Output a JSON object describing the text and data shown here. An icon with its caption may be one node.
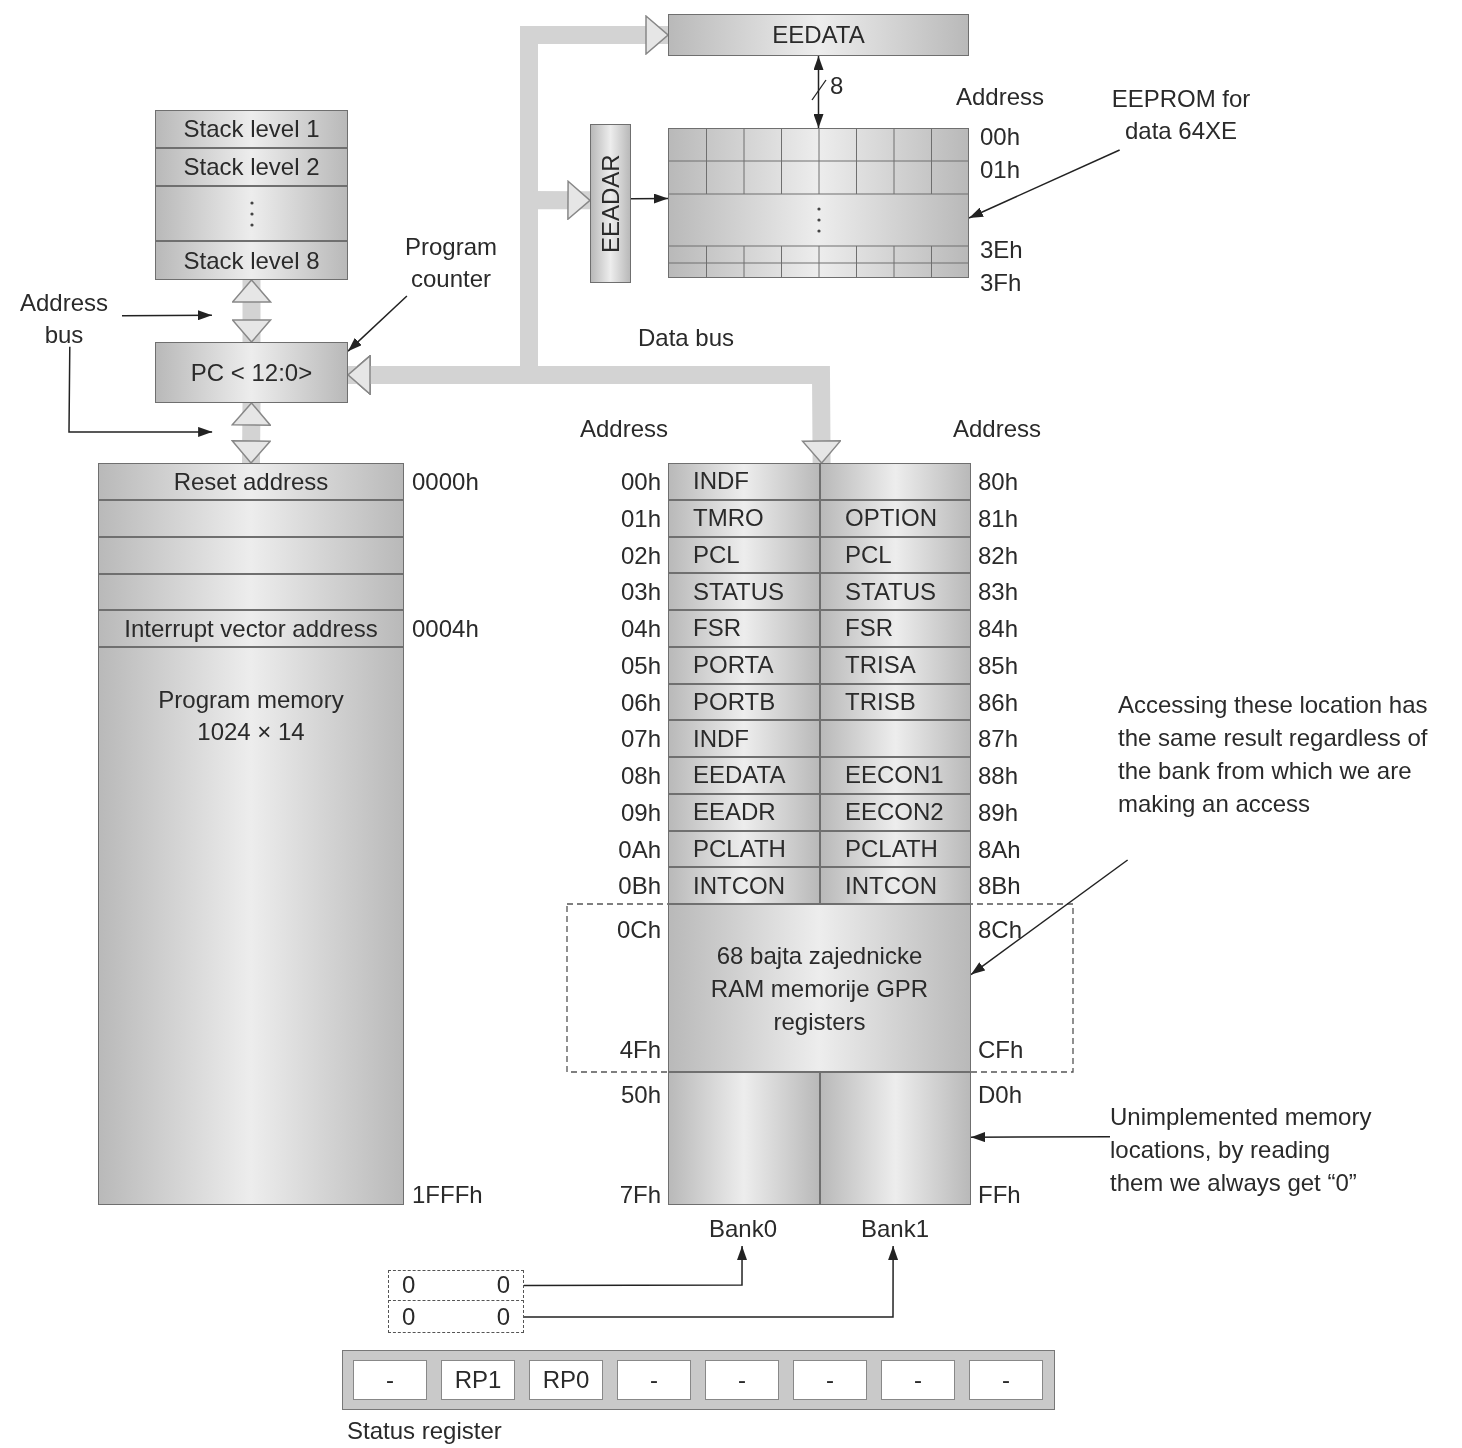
{
  "diagram": {
    "nodes": [
      {
        "text": [
          "EEDATA"
        ]
      },
      {
        "text": [
          "EEADAR"
        ]
      },
      {
        "text": [],
        "shape": "box"
      },
      {
        "text": [
          "EEPROM for data 64XE"
        ]
      },
      {
        "text": [],
        "shape": "box"
      },
      {
        "text": [
          "Stack level 1"
        ],
        "in": 4
      },
      {
        "text": [
          "Stack level 2"
        ],
        "in": 4
      },
      {
        "text": [],
        "shape": "box",
        "in": 4
      },
      {
        "text": [
          "Stack level 8"
        ],
        "in": 4
      },
      {
        "text": [
          "Program counter"
        ]
      },
      {
        "text": [
          "Address bus"
        ]
      },
      {
        "text": [
          "PC < 12:0>"
        ]
      },
      {
        "text": [],
        "shape": "box"
      },
      {
        "text": [
          "Reset address"
        ],
        "in": 12
      },
      {
        "text": [],
        "shape": "box",
        "in": 12
      },
      {
        "text": [],
        "shape": "box",
        "in": 12
      },
      {
        "text": [],
        "shape": "box",
        "in": 12
      },
      {
        "text": [
          "Interrupt vector address"
        ],
        "in": 12
      },
      {
        "text": [
          "Program memory 1024 × 14"
        ],
        "in": 12
      },
      {
        "text": [],
        "shape": "box"
      },
      {
        "text": [
          "INDF"
        ],
        "in": 19
      },
      {
        "text": [],
        "shape": "box",
        "in": 19
      },
      {
        "text": [
          "TMRO"
        ],
        "in": 19
      },
      {
        "text": [
          "OPTION"
        ],
        "in": 19
      },
      {
        "text": [
          "PCL"
        ],
        "in": 19
      },
      {
        "text": [
          "PCL"
        ],
        "in": 19
      },
      {
        "text": [
          "STATUS"
        ],
        "in": 19
      },
      {
        "text": [
          "STATUS"
        ],
        "in": 19
      },
      {
        "text": [
          "FSR"
        ],
        "in": 19
      },
      {
        "text": [
          "FSR"
        ],
        "in": 19
      },
      {
        "text": [
          "PORTA"
        ],
        "in": 19
      },
      {
        "text": [
          "TRISA"
        ],
        "in": 19
      },
      {
        "text": [
          "PORTB"
        ],
        "in": 19
      },
      {
        "text": [
          "TRISB"
        ],
        "in": 19
      },
      {
        "text": [
          "INDF"
        ],
        "in": 19
      },
      {
        "text": [],
        "shape": "box",
        "in": 19
      },
      {
        "text": [
          "EEDATA"
        ],
        "in": 19
      },
      {
        "text": [
          "EECON1"
        ],
        "in": 19
      },
      {
        "text": [
          "EEADR"
        ],
        "in": 19
      },
      {
        "text": [
          "EECON2"
        ],
        "in": 19
      },
      {
        "text": [
          "PCLATH"
        ],
        "in": 19
      },
      {
        "text": [
          "PCLATH"
        ],
        "in": 19
      },
      {
        "text": [
          "INTCON"
        ],
        "in": 19
      },
      {
        "text": [
          "INTCON"
        ],
        "in": 19
      },
      {
        "text": [
          "68 bajta zajednicke RAM memorije GPR registers"
        ],
        "in": 19
      },
      {
        "text": [],
        "shape": "box",
        "in": 19
      },
      {
        "text": [],
        "shape": "box",
        "in": 19
      },
      {
        "text": [
          "Accessing these location has the same result regardless of the bank from which we are making an access"
        ]
      },
      {
        "text": [
          "Unimplemented memory locations, by reading them we always get “0”"
        ]
      },
      {
        "text": [
          "Bank0"
        ]
      },
      {
        "text": [
          "Bank1"
        ]
      },
      {
        "text": [],
        "shape": "box"
      },
      {
        "text": [
          "0",
          "0"
        ],
        "in": 51
      },
      {
        "text": [
          "0",
          "0"
        ],
        "in": 51
      },
      {
        "text": [
          "Status register"
        ]
      },
      {
        "text": [
          "-"
        ],
        "in": 54
      },
      {
        "text": [
          "RP1"
        ],
        "in": 54
      },
      {
        "text": [
          "RP0"
        ],
        "in": 54
      },
      {
        "text": [
          "-"
        ],
        "in": 54
      },
      {
        "text": [
          "-"
        ],
        "in": 54
      },
      {
        "text": [
          "-"
        ],
        "in": 54
      },
      {
        "text": [
          "-"
        ],
        "in": 54
      },
      {
        "text": [
          "-"
        ],
        "in": 54
      }
    ],
    "edges": [
      {
        "from": 11,
        "to": 0,
        "arrow": "both",
        "style": "thick",
        "color": "#d3d3d3"
      },
      {
        "from": 11,
        "to": 1,
        "arrow": "both",
        "style": "thick",
        "color": "#d3d3d3"
      },
      {
        "from": 11,
        "to": 19,
        "arrow": "both",
        "style": "thick",
        "color": "#d3d3d3",
        "label": "Data bus"
      },
      {
        "from": 0,
        "to": 2,
        "arrow": "both",
        "label": "8"
      },
      {
        "from": 1,
        "to": 2,
        "arrow": "to"
      },
      {
        "from": 3,
        "to": 2,
        "arrow": "to"
      },
      {
        "from": 4,
        "to": 11,
        "arrow": "both",
        "style": "thick",
        "color": "#d3d3d3"
      },
      {
        "from": 11,
        "to": 12,
        "arrow": "both",
        "style": "thick",
        "color": "#d3d3d3"
      },
      {
        "from": 9,
        "to": 11,
        "arrow": "to"
      },
      {
        "from": 10,
        "to": 11,
        "arrow": "to"
      },
      {
        "from": 10,
        "to": 13,
        "arrow": "to"
      },
      {
        "from": 47,
        "to": 44,
        "arrow": "to"
      },
      {
        "from": 48,
        "to": 46,
        "arrow": "to"
      },
      {
        "from": 52,
        "to": 49,
        "arrow": "to"
      },
      {
        "from": 53,
        "to": 50,
        "arrow": "to"
      }
    ],
    "labels": [
      "Address",
      "00h",
      "01h",
      "3Eh",
      "3Fh",
      "0000h",
      "0004h",
      "1FFFh",
      "Address",
      "Address",
      "00h",
      "01h",
      "02h",
      "03h",
      "04h",
      "05h",
      "06h",
      "07h",
      "08h",
      "09h",
      "0Ah",
      "0Bh",
      "0Ch",
      "4Fh",
      "50h",
      "7Fh",
      "80h",
      "81h",
      "82h",
      "83h",
      "84h",
      "85h",
      "86h",
      "87h",
      "88h",
      "89h",
      "8Ah",
      "8Bh",
      "8Ch",
      "CFh",
      "D0h",
      "FFh"
    ]
  }
}
